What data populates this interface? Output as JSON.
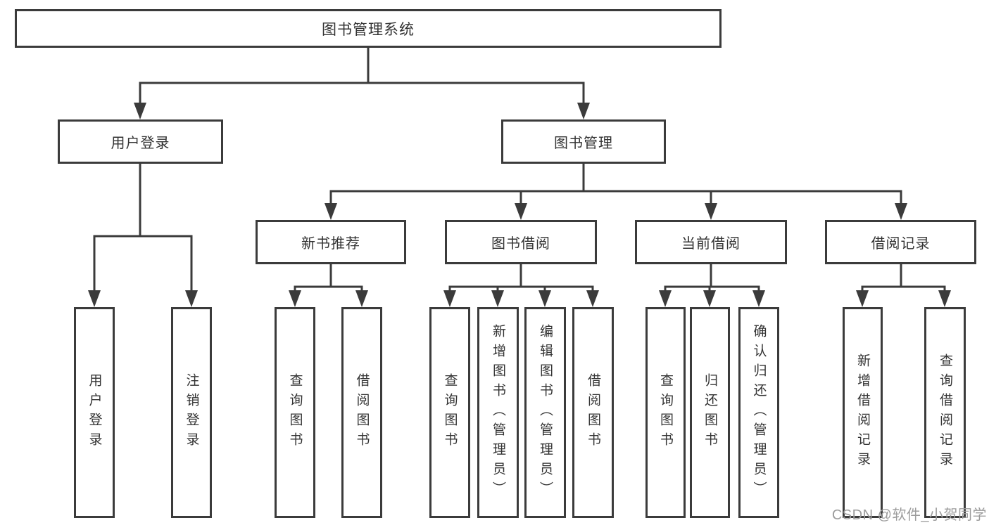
{
  "diagram_title": "图书管理系统",
  "colors": {
    "line": "#3b3b3b",
    "box_border": "#3b3b3b",
    "box_fill": "#ffffff",
    "text": "#333333",
    "background": "#ffffff",
    "watermark": "#9c9c9c"
  },
  "nodes": {
    "root": {
      "label": "图书管理系统"
    },
    "level2": [
      {
        "label": "用户登录"
      },
      {
        "label": "图书管理"
      }
    ],
    "level3": [
      {
        "label": "新书推荐"
      },
      {
        "label": "图书借阅"
      },
      {
        "label": "当前借阅"
      },
      {
        "label": "借阅记录"
      }
    ],
    "leaves": [
      {
        "label": "用户登录",
        "parent": "用户登录"
      },
      {
        "label": "注销登录",
        "parent": "用户登录"
      },
      {
        "label": "查询图书",
        "parent": "新书推荐"
      },
      {
        "label": "借阅图书",
        "parent": "新书推荐"
      },
      {
        "label": "查询图书",
        "parent": "图书借阅"
      },
      {
        "label": "新增图书（管理员）",
        "parent": "图书借阅"
      },
      {
        "label": "编辑图书（管理员）",
        "parent": "图书借阅"
      },
      {
        "label": "借阅图书",
        "parent": "图书借阅"
      },
      {
        "label": "查询图书",
        "parent": "当前借阅"
      },
      {
        "label": "归还图书",
        "parent": "当前借阅"
      },
      {
        "label": "确认归还（管理员）",
        "parent": "当前借阅"
      },
      {
        "label": "新增借阅记录",
        "parent": "借阅记录"
      },
      {
        "label": "查询借阅记录",
        "parent": "借阅记录"
      }
    ]
  },
  "structure": {
    "图书管理系统": {
      "用户登录": [
        "用户登录",
        "注销登录"
      ],
      "图书管理": {
        "新书推荐": [
          "查询图书",
          "借阅图书"
        ],
        "图书借阅": [
          "查询图书",
          "新增图书（管理员）",
          "编辑图书（管理员）",
          "借阅图书"
        ],
        "当前借阅": [
          "查询图书",
          "归还图书",
          "确认归还（管理员）"
        ],
        "借阅记录": [
          "新增借阅记录",
          "查询借阅记录"
        ]
      }
    }
  },
  "watermark": {
    "text": "CSDN @软件_小贺同学"
  }
}
